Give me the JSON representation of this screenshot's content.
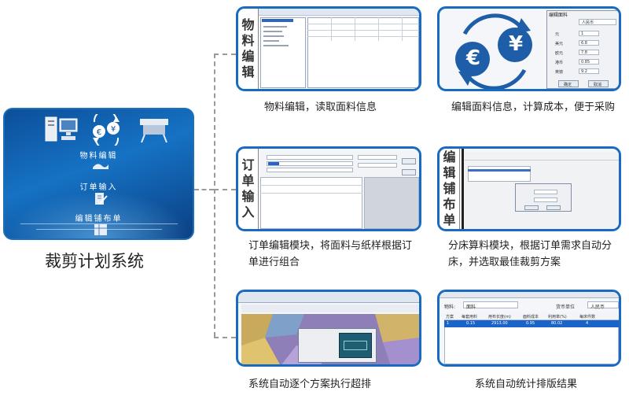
{
  "hub": {
    "title": "裁剪计划系统",
    "items": [
      "物料编辑",
      "订单输入",
      "编辑铺布单"
    ]
  },
  "panels": [
    {
      "id": "material",
      "side_label": [
        "物",
        "料",
        "编",
        "辑"
      ],
      "caption": "物料编辑，读取面料信息"
    },
    {
      "id": "cost",
      "caption": "编辑面料信息，计算成本，便于采购"
    },
    {
      "id": "order",
      "side_label": [
        "订",
        "单",
        "输",
        "入"
      ],
      "caption": "订单编辑模块，将面料与纸样根据订单进行组合"
    },
    {
      "id": "spread",
      "side_label": [
        "编",
        "辑",
        "铺",
        "布",
        "单"
      ],
      "caption": "分床算料模块，根据订单需求自动分床，并选取最佳裁剪方案"
    },
    {
      "id": "nesting",
      "caption": "系统自动逐个方案执行超排"
    },
    {
      "id": "stats",
      "caption": "系统自动统计排版结果"
    }
  ],
  "cost_panel": {
    "currency_left": "€",
    "currency_right": "¥",
    "dialog_title": "编辑面料",
    "select_value": "人民币",
    "rows": [
      {
        "label": "元",
        "value": "1"
      },
      {
        "label": "美元",
        "value": "6.8"
      },
      {
        "label": "欧元",
        "value": "7.8"
      },
      {
        "label": "港币",
        "value": "0.85"
      },
      {
        "label": "英镑",
        "value": "9.2"
      }
    ],
    "ok_label": "确定",
    "cancel_label": "取消"
  },
  "stats_panel": {
    "label_material": "物料:",
    "material_value": "面料",
    "label_unit": "货币单位",
    "unit_value": "人民币",
    "headers": [
      "方案",
      "每套用料",
      "用布长度(m)",
      "面料成本",
      "利用率(%)",
      "每床件数"
    ],
    "row": [
      "1",
      "0.15",
      "2913.00",
      "0.95",
      "80.02",
      "4"
    ]
  },
  "colors": {
    "panel_border": "#1a6bbf",
    "hub_bg": "#0c4f9a",
    "selection": "#1a63c8"
  }
}
